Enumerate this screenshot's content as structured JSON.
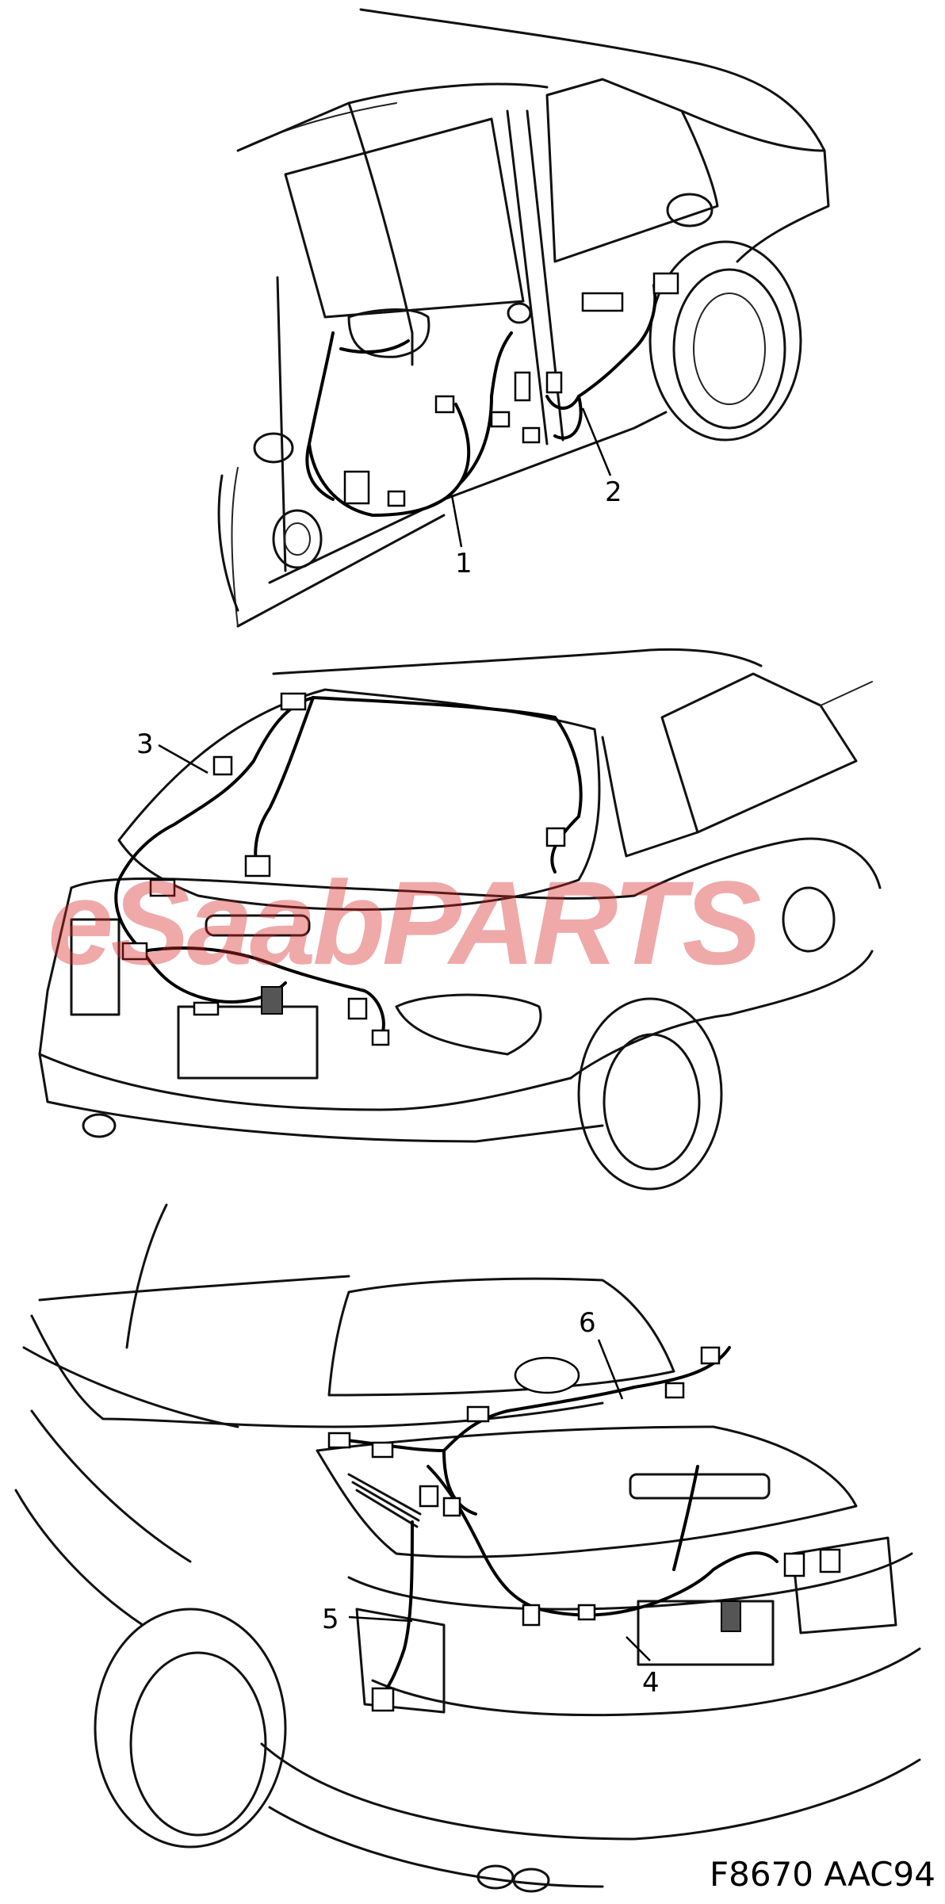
{
  "callouts": [
    {
      "id": "1",
      "label": "1"
    },
    {
      "id": "2",
      "label": "2"
    },
    {
      "id": "3",
      "label": "3"
    },
    {
      "id": "4",
      "label": "4"
    },
    {
      "id": "5",
      "label": "5"
    },
    {
      "id": "6",
      "label": "6"
    }
  ],
  "watermark": {
    "text": "eSaabPARTS",
    "color": "#d62828"
  },
  "figure_code": "F8670 AAC94",
  "colors": {
    "line": "#111111",
    "background": "#ffffff"
  }
}
